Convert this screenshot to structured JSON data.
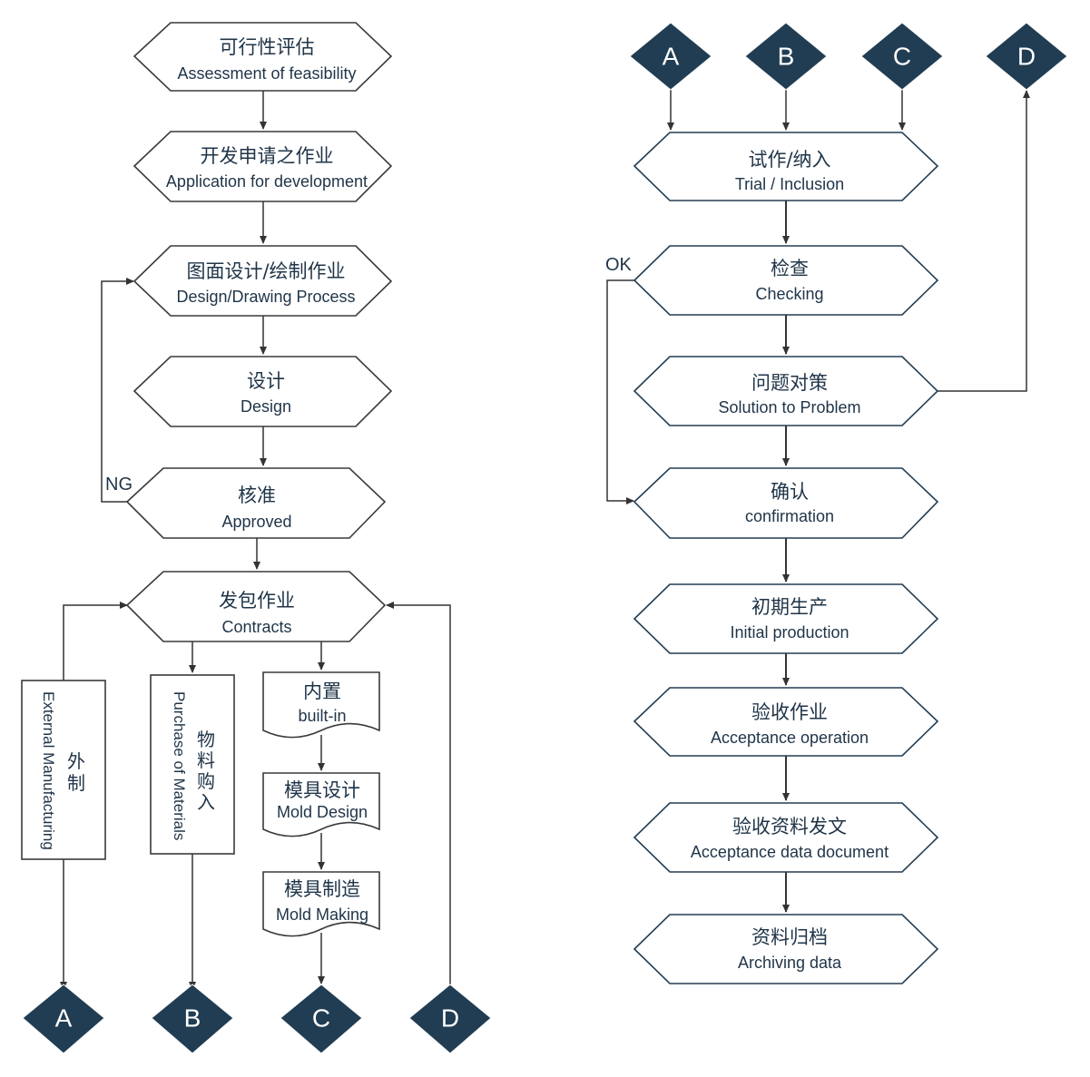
{
  "left_flow": {
    "feasibility": {
      "zh": "可行性评估",
      "en": "Assessment of feasibility"
    },
    "application": {
      "zh": "开发申请之作业",
      "en": "Application for development"
    },
    "drawing": {
      "zh": "图面设计/绘制作业",
      "en": "Design/Drawing Process"
    },
    "design": {
      "zh": "设计",
      "en": "Design"
    },
    "approved": {
      "zh": "核准",
      "en": "Approved"
    },
    "contracts": {
      "zh": "发包作业",
      "en": "Contracts"
    },
    "ng_label": "NG",
    "external": {
      "zh1": "外",
      "zh2": "制",
      "en": "External Manufacturing"
    },
    "purchase": {
      "zh1": "物",
      "zh2": "料",
      "zh3": "购",
      "zh4": "入",
      "en": "Purchase of Materials"
    },
    "builtin": {
      "zh": "内置",
      "en": "built-in"
    },
    "mold_design": {
      "zh": "模具设计",
      "en": "Mold Design"
    },
    "mold_making": {
      "zh": "模具制造",
      "en": "Mold Making"
    }
  },
  "right_flow": {
    "trial": {
      "zh": "试作/纳入",
      "en": "Trial / Inclusion"
    },
    "checking": {
      "zh": "检查",
      "en": "Checking"
    },
    "solution": {
      "zh": "问题对策",
      "en": "Solution to Problem"
    },
    "confirmation": {
      "zh": "确认",
      "en": "confirmation"
    },
    "initial": {
      "zh": "初期生产",
      "en": "Initial production"
    },
    "acceptance": {
      "zh": "验收作业",
      "en": "Acceptance operation"
    },
    "acceptance_doc": {
      "zh": "验收资料发文",
      "en": "Acceptance data document"
    },
    "archiving": {
      "zh": "资料归档",
      "en": "Archiving data"
    },
    "ok_label": "OK"
  },
  "connectors": {
    "a": "A",
    "b": "B",
    "c": "C",
    "d": "D"
  },
  "colors": {
    "connector_fill": "#213d53",
    "text": "#1f3448",
    "stroke": "#3a3a3a"
  }
}
